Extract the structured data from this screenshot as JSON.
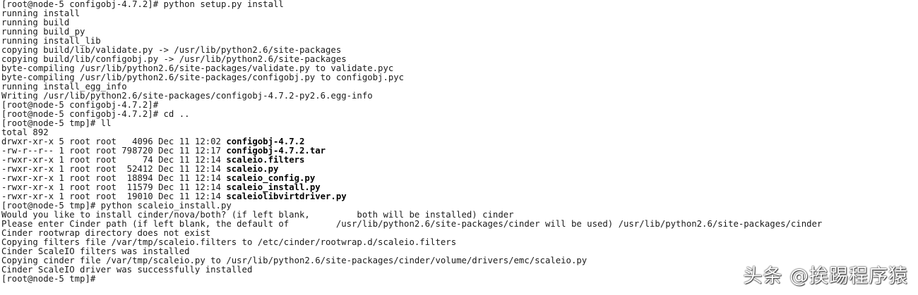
{
  "terminal": {
    "lines": [
      "[root@node-5 configobj-4.7.2]# python setup.py install",
      "running install",
      "running build",
      "running build_py",
      "running install_lib",
      "copying build/lib/validate.py -> /usr/lib/python2.6/site-packages",
      "copying build/lib/configobj.py -> /usr/lib/python2.6/site-packages",
      "byte-compiling /usr/lib/python2.6/site-packages/validate.py to validate.pyc",
      "byte-compiling /usr/lib/python2.6/site-packages/configobj.py to configobj.pyc",
      "running install_egg_info",
      "Writing /usr/lib/python2.6/site-packages/configobj-4.7.2-py2.6.egg-info",
      "[root@node-5 configobj-4.7.2]#",
      "[root@node-5 configobj-4.7.2]# cd ..",
      "[root@node-5 tmp]# ll",
      "total 892"
    ],
    "listing": [
      {
        "prefix": "drwxr-xr-x 5 root root   4096 Dec 11 12:02 ",
        "name": "configobj-4.7.2"
      },
      {
        "prefix": "-rw-r--r-- 1 root root 798720 Dec 11 12:17 ",
        "name": "configobj-4.7.2.tar"
      },
      {
        "prefix": "-rwxr-xr-x 1 root root     74 Dec 11 12:14 ",
        "name": "scaleio.filters"
      },
      {
        "prefix": "-rwxr-xr-x 1 root root  52412 Dec 11 12:14 ",
        "name": "scaleio.py"
      },
      {
        "prefix": "-rwxr-xr-x 1 root root  18894 Dec 11 12:14 ",
        "name": "scaleio_config.py"
      },
      {
        "prefix": "-rwxr-xr-x 1 root root  11579 Dec 11 12:14 ",
        "name": "scaleio_install.py"
      },
      {
        "prefix": "-rwxr-xr-x 1 root root  19010 Dec 11 12:14 ",
        "name": "scaleiolibvirtdriver.py"
      }
    ],
    "tail_lines": [
      "[root@node-5 tmp]# python scaleio_install.py",
      "Would you like to install cinder/nova/both? (if left blank,         both will be installed) cinder",
      "Please enter Cinder path (if left blank, the default of         /usr/lib/python2.6/site-packages/cinder will be used) /usr/lib/python2.6/site-packages/cinder",
      "Cinder rootwrap directory does not exist",
      "Copying filters file /var/tmp/scaleio.filters to /etc/cinder/rootwrap.d/scaleio.filters",
      "Cinder ScaleIO filters was installed",
      "Copying cinder file /var/tmp/scaleio.py to /usr/lib/python2.6/site-packages/cinder/volume/drivers/emc/scaleio.py",
      "Cinder ScaleIO driver was successfully installed",
      "[root@node-5 tmp]#"
    ]
  },
  "watermark": {
    "text": "头条 @挨踢程序猿"
  },
  "colors": {
    "background": "#ffffff",
    "text": "#1a1a1a"
  }
}
